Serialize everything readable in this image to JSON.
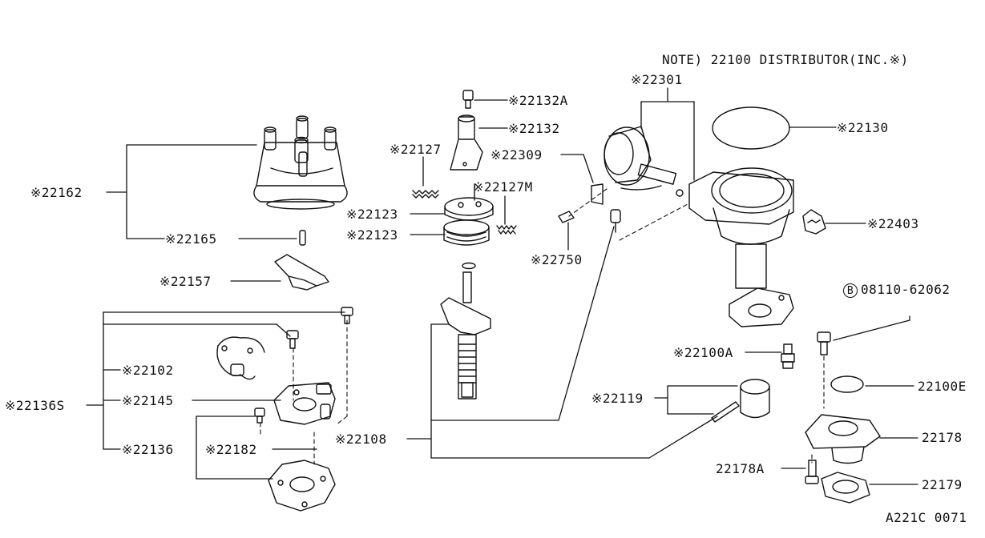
{
  "note": "NOTE) 22100 DISTRIBUTOR(INC.※)",
  "drawing_code": "A221C 0071",
  "labels": {
    "l22301": "※22301",
    "l22132a": "※22132A",
    "l22132": "※22132",
    "l22130": "※22130",
    "l22127": "※22127",
    "l22309": "※22309",
    "l22127m": "※22127M",
    "l22162": "※22162",
    "l22123a": "※22123",
    "l22123b": "※22123",
    "l22165": "※22165",
    "l22403": "※22403",
    "l22750": "※22750",
    "l22157": "※22157",
    "bolt_symbol": "B",
    "l08110": "08110-62062",
    "l22100a": "※22100A",
    "l22102": "※22102",
    "l22100e": "22100E",
    "l22145": "※22145",
    "l22119": "※22119",
    "l22136s": "※22136S",
    "l22178": "22178",
    "l22108": "※22108",
    "l22136": "※22136",
    "l22182": "※22182",
    "l22178a": "22178A",
    "l22179": "22179"
  }
}
